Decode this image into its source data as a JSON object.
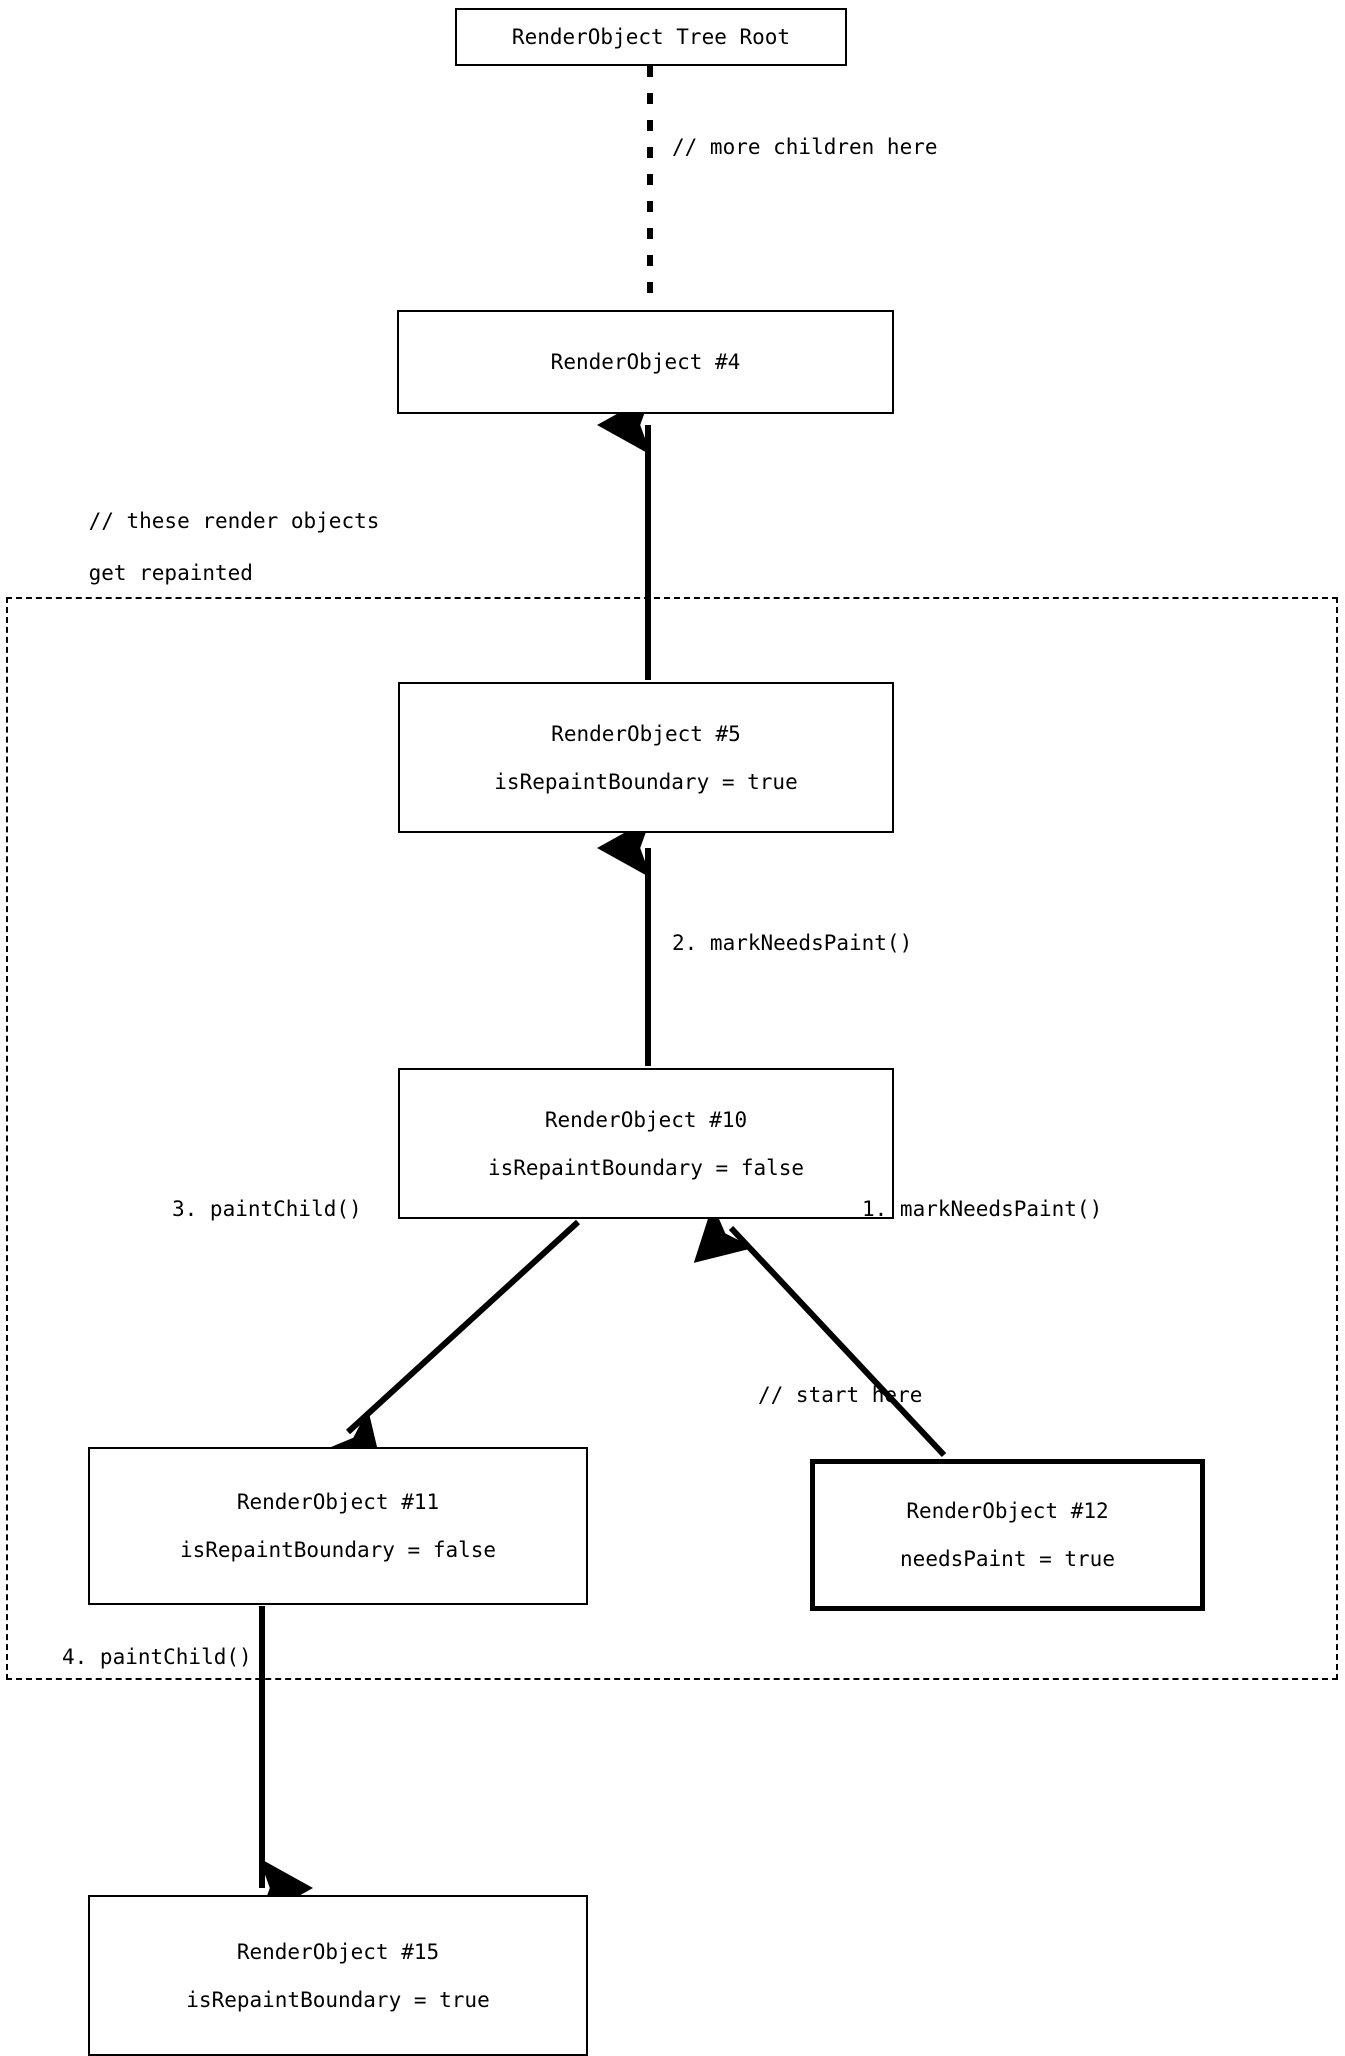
{
  "diagram": {
    "title": "Flutter RenderObject repaint propagation",
    "background": "#ffffff",
    "stroke": "#000000"
  },
  "nodes": {
    "root": {
      "line1": "RenderObject Tree Root",
      "line2": ""
    },
    "ro4": {
      "line1": "RenderObject #4",
      "line2": ""
    },
    "ro5": {
      "line1": "RenderObject #5",
      "line2": "isRepaintBoundary = true"
    },
    "ro10": {
      "line1": "RenderObject #10",
      "line2": "isRepaintBoundary = false"
    },
    "ro11": {
      "line1": "RenderObject #11",
      "line2": "isRepaintBoundary = false"
    },
    "ro12": {
      "line1": "RenderObject #12",
      "line2": "needsPaint = true"
    },
    "ro15": {
      "line1": "RenderObject #15",
      "line2": "isRepaintBoundary = true"
    }
  },
  "annotations": {
    "more_children": "// more children here",
    "repaint_group_line1": "// these render objects",
    "repaint_group_line2": "get repainted",
    "step2": "2. markNeedsPaint()",
    "step3": "3. paintChild()",
    "step1": "1. markNeedsPaint()",
    "start_here": "// start here",
    "step4": "4. paintChild()"
  }
}
